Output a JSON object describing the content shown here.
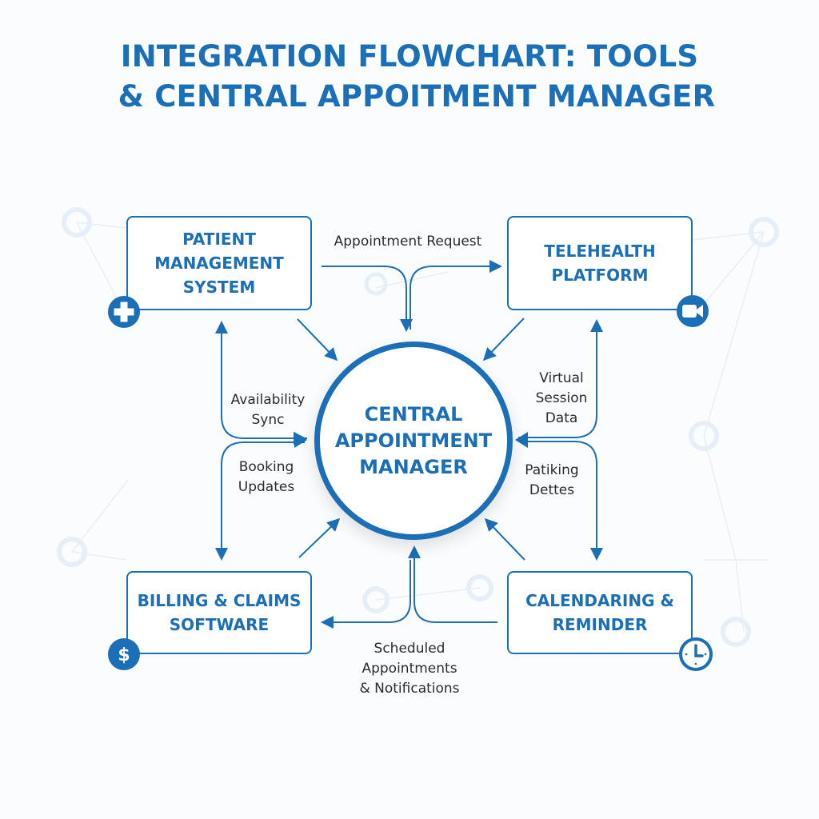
{
  "title": {
    "line1": "INTEGRATION FLOWCHART: TOOLS",
    "line2": "& CENTRAL APPOITMENT MANAGER"
  },
  "colors": {
    "accent": "#1a6fb7",
    "text": "#2b2b2b",
    "background": "#fbfcfe",
    "network": "#e6eff8"
  },
  "central": {
    "lines": [
      "CENTRAL",
      "APPOINTMENT",
      "MANAGER"
    ]
  },
  "nodes": {
    "patient": {
      "lines": [
        "PATIENT",
        "MANAGEMENT",
        "SYSTEM"
      ],
      "icon": "medical-cross-icon"
    },
    "telehealth": {
      "lines": [
        "TELEHEALTH",
        "PLATFORM"
      ],
      "icon": "video-camera-icon"
    },
    "billing": {
      "lines": [
        "BILLING & CLAIMS",
        "SOFTWARE"
      ],
      "icon": "dollar-icon",
      "icon_glyph": "$"
    },
    "calendaring": {
      "lines": [
        "CALENDARING &",
        "REMINDER"
      ],
      "icon": "clock-icon"
    }
  },
  "connections": {
    "top": {
      "lines": [
        "Appointment Request"
      ]
    },
    "left_upper": {
      "lines": [
        "Availability",
        "Sync"
      ]
    },
    "left_lower": {
      "lines": [
        "Booking",
        "Updates"
      ]
    },
    "right_upper": {
      "lines": [
        "Virtual",
        "Session",
        "Data"
      ]
    },
    "right_lower": {
      "lines": [
        "Patiking",
        "Dettes"
      ]
    },
    "bottom": {
      "lines": [
        "Scheduled",
        "Appointments",
        "& Notifications"
      ]
    }
  }
}
